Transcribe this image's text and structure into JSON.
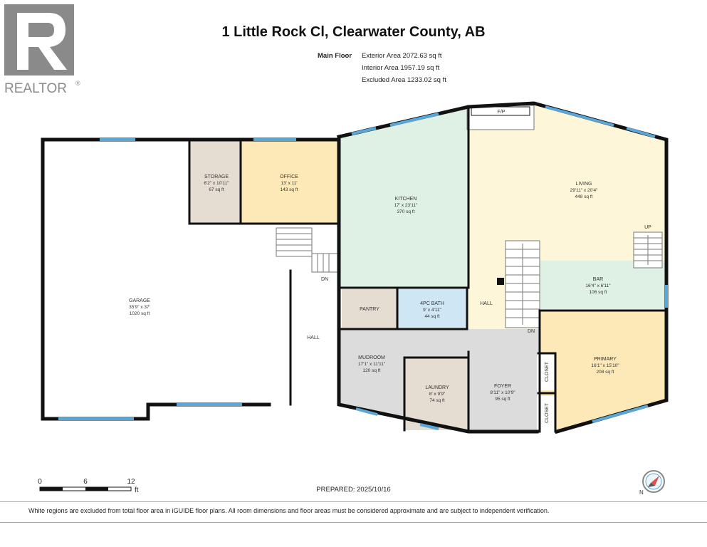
{
  "brand": {
    "wordmark": "REALTOR",
    "trademark": "®"
  },
  "header": {
    "title": "1 Little Rock Cl, Clearwater County, AB"
  },
  "area_summary": {
    "floor_label": "Main Floor",
    "exterior": "Exterior Area 2072.63 sq ft",
    "interior": "Interior Area 1957.19 sq ft",
    "excluded": "Excluded Area 1233.02 sq ft"
  },
  "rooms": {
    "garage": {
      "name": "GARAGE",
      "dims": "35'9\" x 37'",
      "area": "1020 sq ft"
    },
    "storage": {
      "name": "STORAGE",
      "dims": "6'2\" x 10'11\"",
      "area": "67 sq ft"
    },
    "office": {
      "name": "OFFICE",
      "dims": "13' x 11'",
      "area": "143 sq ft"
    },
    "kitchen": {
      "name": "KITCHEN",
      "dims": "17' x 23'11\"",
      "area": "370 sq ft"
    },
    "living": {
      "name": "LIVING",
      "dims": "29'11\" x 20'4\"",
      "area": "448 sq ft"
    },
    "bar": {
      "name": "BAR",
      "dims": "16'4\" x 6'11\"",
      "area": "106 sq ft"
    },
    "pantry": {
      "name": "PANTRY"
    },
    "bath": {
      "name": "4PC BATH",
      "dims": "9' x 4'11\"",
      "area": "44 sq ft"
    },
    "mudroom": {
      "name": "MUDROOM",
      "dims": "17'1\" x 11'11\"",
      "area": "120 sq ft"
    },
    "laundry": {
      "name": "LAUNDRY",
      "dims": "8' x 9'9\"",
      "area": "74 sq ft"
    },
    "foyer": {
      "name": "FOYER",
      "dims": "8'11\" x 10'9\"",
      "area": "95 sq ft"
    },
    "primary": {
      "name": "PRIMARY",
      "dims": "16'1\" x 15'10\"",
      "area": "208 sq ft"
    }
  },
  "labels": {
    "hall_left": "HALL",
    "hall_center": "HALL",
    "dn_left": "DN",
    "dn_center": "DN",
    "up": "UP",
    "fireplace": "F/P",
    "closet_upper": "CLOSET",
    "closet_lower": "CLOSET"
  },
  "colors": {
    "garage_excluded": "#ffffff",
    "storage": "#e6ddd2",
    "office": "#fde9b8",
    "kitchen": "#dff0e4",
    "living": "#fdf6d9",
    "bar": "#dff0e4",
    "pantry": "#e6ddd2",
    "bath": "#cfe6f5",
    "mudroom": "#dcdcdc",
    "primary": "#fde9b8",
    "wall": "#111111",
    "window": "#5aa6d6"
  },
  "scale_bar": {
    "ticks": [
      "0",
      "6",
      "12"
    ],
    "unit": "ft"
  },
  "compass": {
    "icon": "north-arrow-icon",
    "label": "N"
  },
  "prepared": "PREPARED: 2025/10/16",
  "disclaimer": "White regions are excluded from total floor area in iGUIDE floor plans. All room dimensions and floor areas must be considered approximate and are subject to independent verification."
}
